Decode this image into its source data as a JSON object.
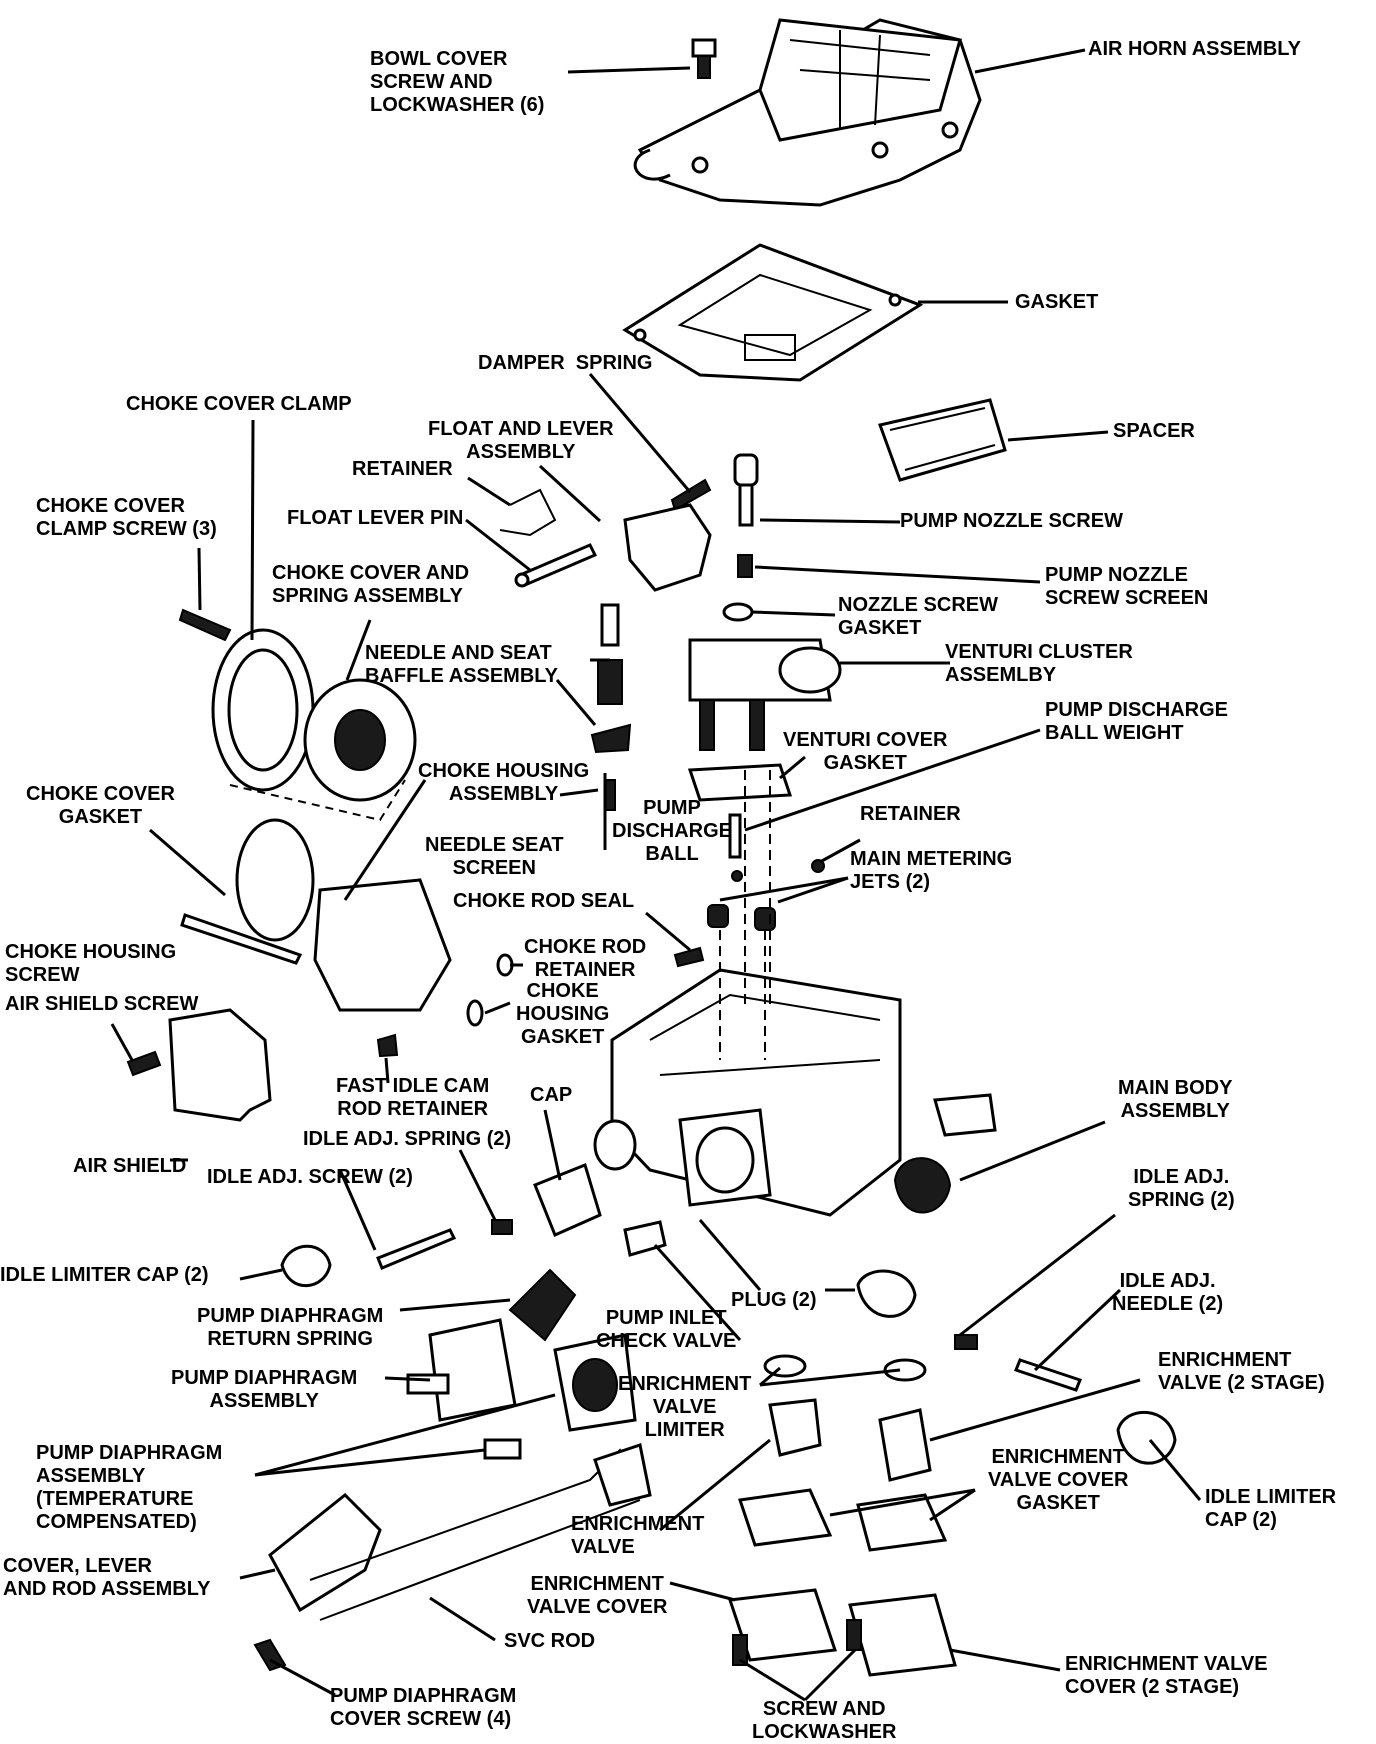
{
  "diagram": {
    "labels": {
      "bowl_cover_screw": "BOWL COVER\nSCREW AND\nLOCKWASHER (6)",
      "air_horn_assembly": "AIR HORN ASSEMBLY",
      "gasket": "GASKET",
      "damper_spring": "DAMPER  SPRING",
      "choke_cover_clamp": "CHOKE COVER CLAMP",
      "float_and_lever": "FLOAT AND LEVER\nASSEMBLY",
      "spacer": "SPACER",
      "retainer_top": "RETAINER",
      "choke_cover_clamp_screw": "CHOKE COVER\nCLAMP SCREW (3)",
      "float_lever_pin": "FLOAT LEVER PIN",
      "pump_nozzle_screw": "PUMP NOZZLE SCREW",
      "choke_cover_spring_assembly": "CHOKE COVER AND\nSPRING ASSEMBLY",
      "pump_nozzle_screw_screen": "PUMP NOZZLE\nSCREW SCREEN",
      "nozzle_screw_gasket": "NOZZLE SCREW\nGASKET",
      "needle_seat_baffle": "NEEDLE AND SEAT\nBAFFLE ASSEMBLY",
      "venturi_cluster": "VENTURI CLUSTER\nASSEMLBY",
      "pump_discharge_ball_weight": "PUMP DISCHARGE\nBALL WEIGHT",
      "venturi_cover_gasket": "VENTURI COVER\nGASKET",
      "choke_housing_assembly": "CHOKE HOUSING\nASSEMBLY",
      "choke_cover_gasket": "CHOKE COVER\nGASKET",
      "pump_discharge_ball": "PUMP\nDISCHARGE\nBALL",
      "retainer_right": "RETAINER",
      "needle_seat_screen": "NEEDLE SEAT\nSCREEN",
      "main_metering_jets": "MAIN METERING\nJETS (2)",
      "choke_rod_seal": "CHOKE ROD SEAL",
      "choke_rod_retainer": "CHOKE ROD\nRETAINER",
      "choke_housing_screw": "CHOKE HOUSING\nSCREW",
      "choke_housing_gasket": "CHOKE\nHOUSING\nGASKET",
      "air_shield_screw": "AIR SHIELD SCREW",
      "fast_idle_cam_rod_retainer": "FAST IDLE CAM\nROD RETAINER",
      "cap": "CAP",
      "main_body_assembly": "MAIN BODY\nASSEMBLY",
      "idle_adj_spring_top": "IDLE ADJ. SPRING (2)",
      "air_shield": "AIR SHIELD",
      "idle_adj_screw": "IDLE ADJ. SCREW (2)",
      "idle_adj_spring_right": "IDLE ADJ.\nSPRING (2)",
      "idle_limiter_cap_left": "IDLE LIMITER CAP (2)",
      "plug": "PLUG (2)",
      "idle_adj_needle": "IDLE ADJ.\nNEEDLE (2)",
      "pump_diaphragm_return_spring": "PUMP DIAPHRAGM\nRETURN SPRING",
      "pump_inlet_check_valve": "PUMP INLET\nCHECK VALVE",
      "enrichment_valve_2stage": "ENRICHMENT\nVALVE (2 STAGE)",
      "pump_diaphragm_assembly": "PUMP DIAPHRAGM\nASSEMBLY",
      "enrichment_valve_limiter": "ENRICHMENT\nVALVE\nLIMITER",
      "pump_diaphragm_temp": "PUMP DIAPHRAGM\nASSEMBLY\n(TEMPERATURE\nCOMPENSATED)",
      "enrichment_valve_cover_gasket": "ENRICHMENT\nVALVE COVER\nGASKET",
      "idle_limiter_cap_right": "IDLE LIMITER\nCAP (2)",
      "enrichment_valve": "ENRICHMENT\nVALVE",
      "cover_lever_rod": "COVER, LEVER\nAND ROD ASSEMBLY",
      "enrichment_valve_cover": "ENRICHMENT\nVALVE COVER",
      "svc_rod": "SVC ROD",
      "enrichment_valve_cover_2stage": "ENRICHMENT VALVE\nCOVER (2 STAGE)",
      "pump_diaphragm_cover_screw": "PUMP DIAPHRAGM\nCOVER SCREW (4)",
      "screw_and_lockwasher": "SCREW AND\nLOCKWASHER"
    }
  }
}
